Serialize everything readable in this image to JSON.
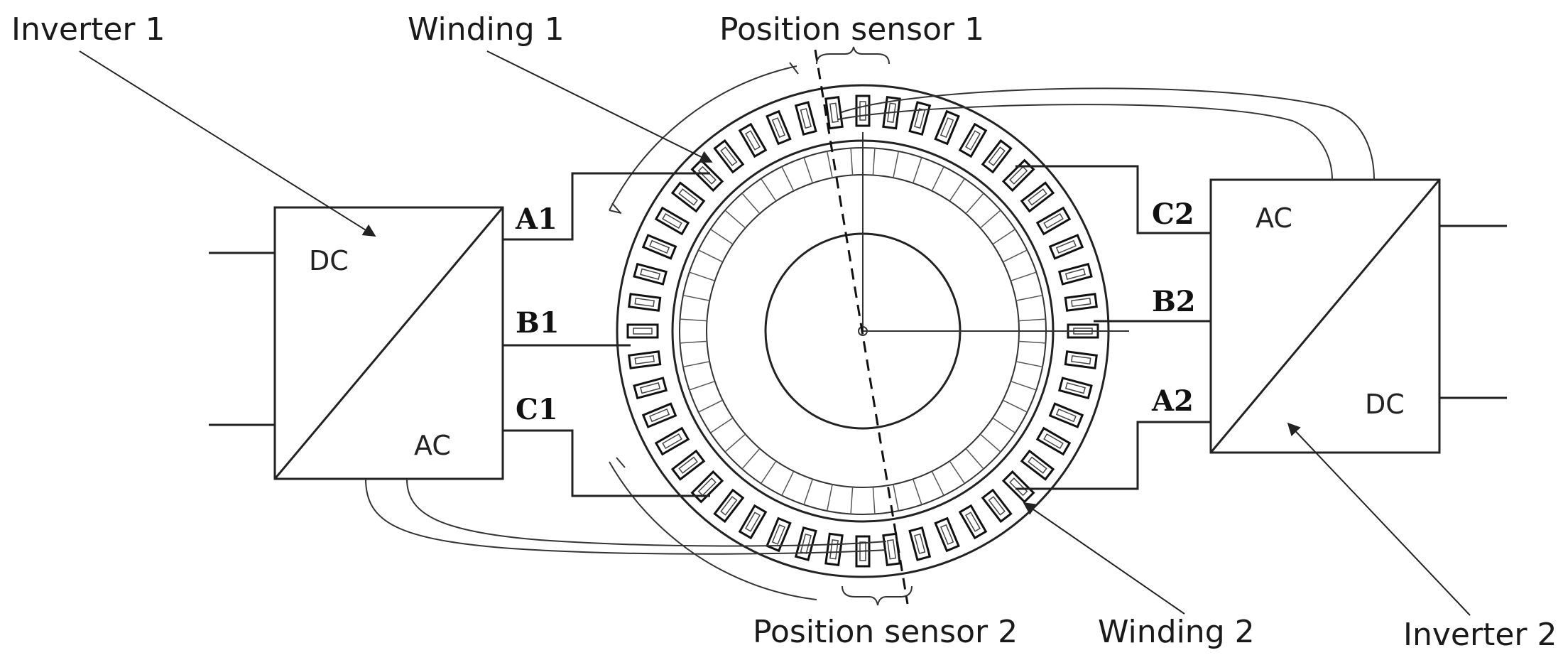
{
  "callouts": {
    "inverter1": "Inverter 1",
    "winding1": "Winding 1",
    "position_sensor1": "Position sensor 1",
    "position_sensor2": "Position sensor 2",
    "winding2": "Winding 2",
    "inverter2": "Inverter 2"
  },
  "inverter1": {
    "dc": "DC",
    "ac": "AC"
  },
  "inverter2": {
    "ac": "AC",
    "dc": "DC"
  },
  "phases_left": {
    "a": "A1",
    "b": "B1",
    "c": "C1"
  },
  "phases_right": {
    "c": "C2",
    "b": "B2",
    "a": "A2"
  },
  "stator": {
    "slot_count": 48
  }
}
